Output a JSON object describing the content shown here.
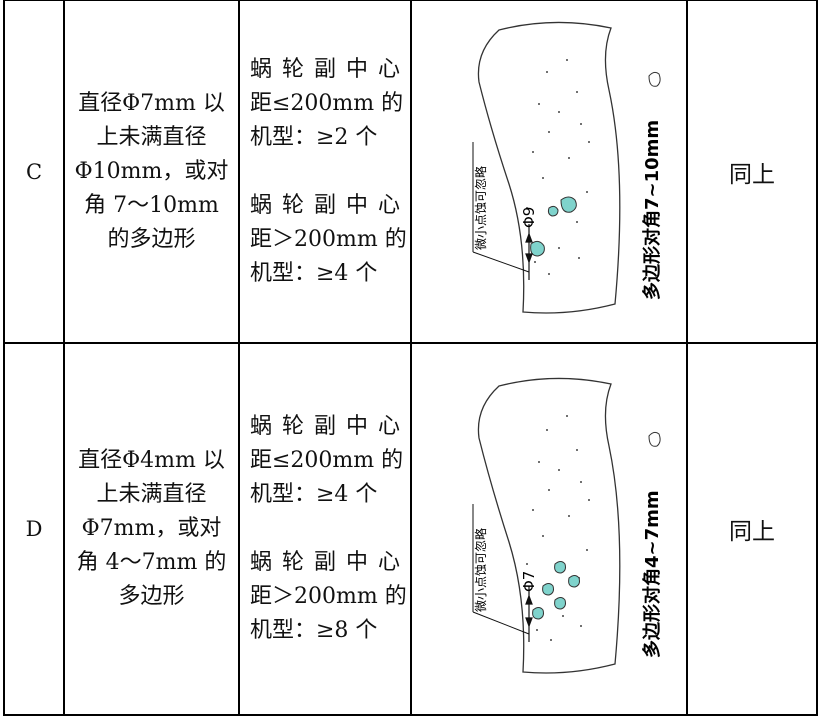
{
  "rows": [
    {
      "grade": "C",
      "size_lines": [
        "直径Φ7mm 以",
        "上未满直径",
        "Φ10mm，或对",
        "角 7～10mm",
        "的多边形"
      ],
      "count_a_head": [
        "蜗",
        "轮",
        "副",
        "中",
        "心"
      ],
      "count_a_lines": [
        "距≤200mm 的",
        "机型：≥2 个"
      ],
      "count_b_head": [
        "蜗",
        "轮",
        "副",
        "中",
        "心"
      ],
      "count_b_lines": [
        "距＞200mm 的",
        "机型：≥4 个"
      ],
      "figure": {
        "ignore_note": "微小点蚀可忽略",
        "diameter_label": "Φ9",
        "polygon_label": "多边形对角7~10mm"
      },
      "result": "同上"
    },
    {
      "grade": "D",
      "size_lines": [
        "直径Φ4mm 以",
        "上未满直径",
        "Φ7mm，或对",
        "角 4～7mm 的",
        "多边形"
      ],
      "count_a_head": [
        "蜗",
        "轮",
        "副",
        "中",
        "心"
      ],
      "count_a_lines": [
        "距≤200mm 的",
        "机型：≥4 个"
      ],
      "count_b_head": [
        "蜗",
        "轮",
        "副",
        "中",
        "心"
      ],
      "count_b_lines": [
        "距＞200mm 的",
        "机型：≥8 个"
      ],
      "figure": {
        "ignore_note": "微小点蚀可忽略",
        "diameter_label": "Φ7",
        "polygon_label": "多边形对角4~7mm"
      },
      "result": "同上"
    }
  ]
}
